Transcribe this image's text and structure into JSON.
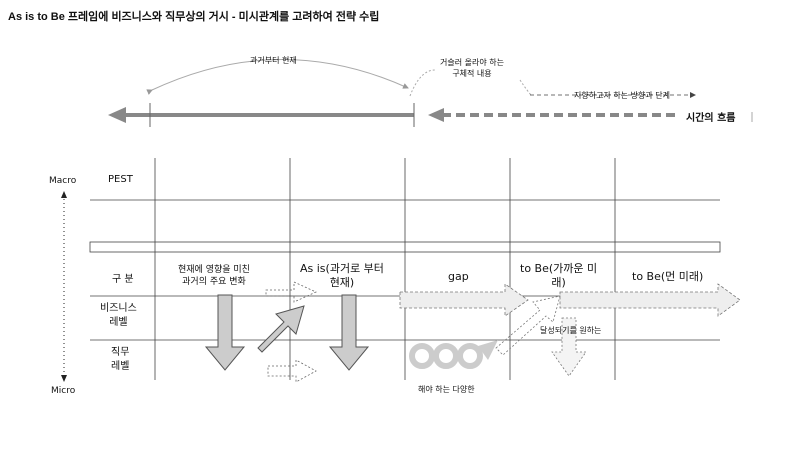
{
  "title": "As is to Be 프레임에 비즈니스와 직무상의 거시 - 미시관계를 고려하여 전략 수립",
  "timeline": {
    "past_to_present": "과거부터 현재",
    "reverse_line1": "거슬러 올라야 하는",
    "reverse_line2": "구체적 내용",
    "future_direction": "지향하고자 하는 방향과 단계",
    "time_flow": "시간의 흐름"
  },
  "axis": {
    "macro": "Macro",
    "micro": "Micro"
  },
  "rows": {
    "pest": "PEST",
    "gubun": "구 분",
    "business_line1": "비즈니스",
    "business_line2": "레벨",
    "job_line1": "직무",
    "job_line2": "레벨"
  },
  "columns": {
    "present_influence_line1": "현재에 영향을 미친",
    "present_influence_line2": "과거의 주요 변화",
    "as_is_line1": "As is(과거로 부터",
    "as_is_line2": "현재)",
    "gap": "gap",
    "to_be_near_line1": "to Be(가까운 미",
    "to_be_near_line2": "래)",
    "to_be_far": "to Be(먼 미래)"
  },
  "annotations": {
    "desired_achieve": "달성되기를 원하는",
    "various_todo": "해야 하는 다양한"
  }
}
